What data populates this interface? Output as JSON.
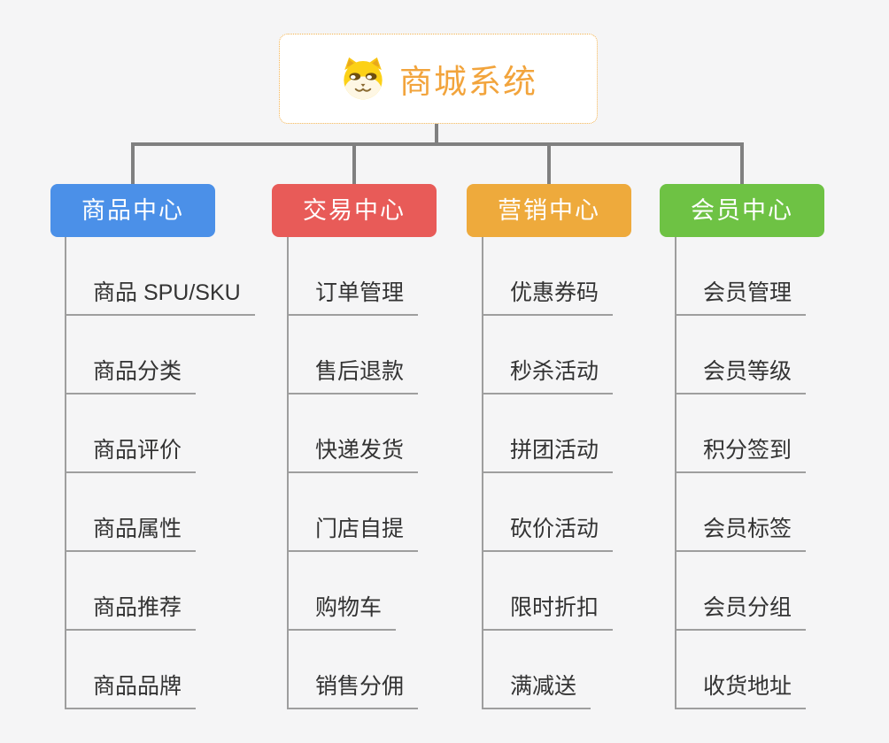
{
  "root": {
    "title": "商城系统",
    "icon": "dog-face-icon"
  },
  "colors": {
    "root_text": "#F2A43C",
    "root_border": "#F2B14C",
    "connector": "#808080",
    "branch_line": "#9E9E9E",
    "leaf_text": "#333333",
    "background": "#F5F5F6"
  },
  "branches": [
    {
      "label": "商品中心",
      "color": "#4B90E8",
      "items": [
        "商品 SPU/SKU",
        "商品分类",
        "商品评价",
        "商品属性",
        "商品推荐",
        "商品品牌"
      ]
    },
    {
      "label": "交易中心",
      "color": "#E85B58",
      "items": [
        "订单管理",
        "售后退款",
        "快递发货",
        "门店自提",
        "购物车",
        "销售分佣"
      ]
    },
    {
      "label": "营销中心",
      "color": "#EEAA3C",
      "items": [
        "优惠券码",
        "秒杀活动",
        "拼团活动",
        "砍价活动",
        "限时折扣",
        "满减送"
      ]
    },
    {
      "label": "会员中心",
      "color": "#6EC244",
      "items": [
        "会员管理",
        "会员等级",
        "积分签到",
        "会员标签",
        "会员分组",
        "收货地址"
      ]
    }
  ]
}
